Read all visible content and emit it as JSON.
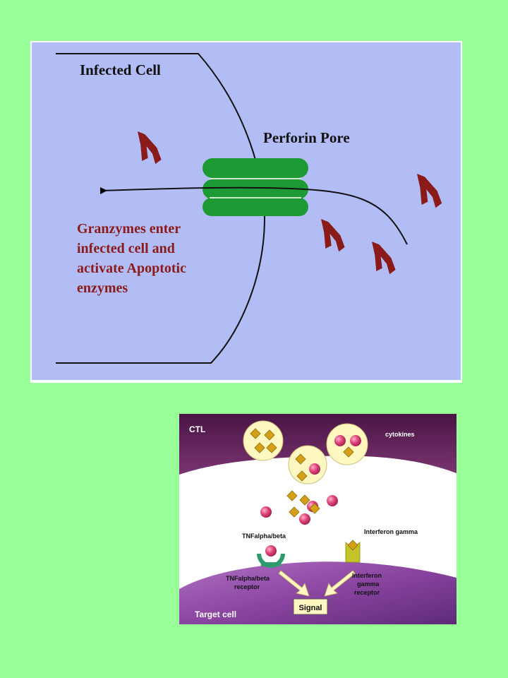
{
  "top_diagram": {
    "cell_label": "Infected Cell",
    "pore_label": "Perforin Pore",
    "granzyme_text": [
      "Granzymes enter",
      "infected cell and",
      "activate Apoptotic",
      "enzymes"
    ],
    "colors": {
      "background": "#b3bdf5",
      "pore": "#1e9a34",
      "granzyme": "#8b1a1a",
      "text_dark": "#111111",
      "text_granzyme": "#8b1a1a"
    }
  },
  "bottom_diagram": {
    "ctl_label": "CTL",
    "cytokines_label": "cytokines",
    "tnf_label": "TNFalpha/beta",
    "ifn_label": "Interferon gamma",
    "tnf_receptor_label": [
      "TNFalpha/beta",
      "receptor"
    ],
    "ifn_receptor_label": [
      "Interferon",
      "gamma",
      "receptor"
    ],
    "signal_label": "Signal",
    "target_label": "Target cell",
    "colors": {
      "ctl": "#5c1f55",
      "target": "#7d3d8c",
      "vesicle": "#fff7c0",
      "sphere": "#e0457a",
      "diamond": "#d4a017",
      "tnf_receptor": "#2f9a6c",
      "ifn_receptor": "#c4c42a",
      "signal_box": "#fff6c2"
    }
  }
}
